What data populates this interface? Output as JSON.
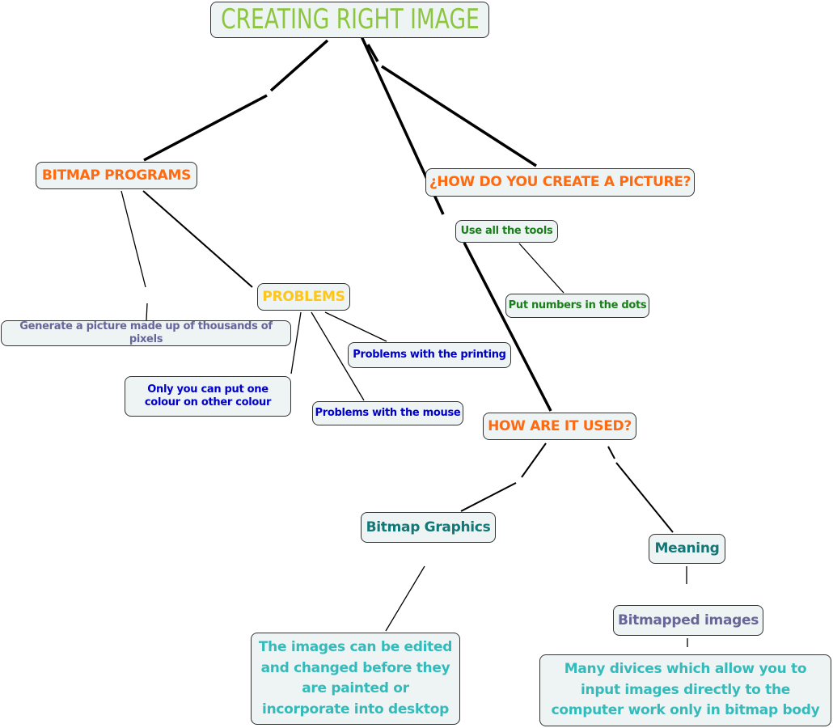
{
  "title": "CREATING RIGHT IMAGE",
  "nodes": {
    "bitmap_programs": "BITMAP PROGRAMS",
    "how_create": "¿HOW DO YOU CREATE A PICTURE?",
    "use_tools": "Use all the tools",
    "put_numbers": "Put numbers in the dots",
    "problems": "PROBLEMS",
    "generate": "Generate a picture made up of thousands of pixels",
    "printing": "Problems with the printing",
    "one_colour": "Only you can put one colour on other colour",
    "mouse": "Problems with the mouse",
    "how_used": "HOW ARE IT USED?",
    "bitmap_graphics": "Bitmap Graphics",
    "meaning": "Meaning",
    "bitmapped_images": "Bitmapped images",
    "edited": "The images can be edited and changed before they are painted or incorporate into desktop",
    "devices": "Many divices which allow you to input images directly to the computer work only in bitmap body"
  }
}
